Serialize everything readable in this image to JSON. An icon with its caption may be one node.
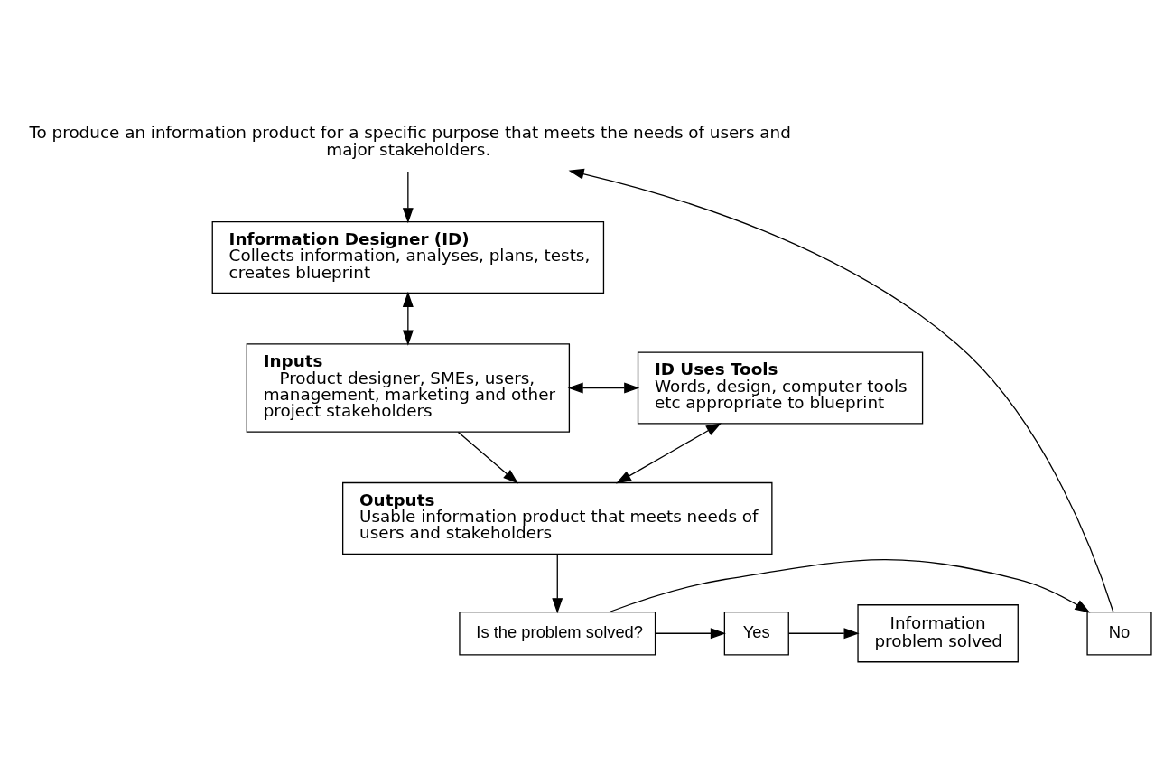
{
  "diagram": {
    "nodes": [
      {
        "text": [
          "To produce an information product for a specific purpose that meets the needs of users and major stakeholders."
        ]
      },
      {
        "text": [
          "Information Designer (ID)",
          "Collects information, analyses, plans, tests, creates blueprint"
        ]
      },
      {
        "text": [
          "Inputs",
          "Product designer, SMEs, users, management, marketing and other project stakeholders"
        ]
      },
      {
        "text": [
          "ID Uses Tools",
          "Words, design, computer tools etc appropriate to blueprint"
        ]
      },
      {
        "text": [
          "Outputs",
          "Usable information product that meets needs of users and stakeholders"
        ]
      },
      {
        "text": [
          "Is the problem solved?"
        ]
      },
      {
        "text": [
          "No"
        ]
      },
      {
        "text": [
          "Yes"
        ]
      },
      {
        "text": [
          "Information problem solved"
        ]
      }
    ],
    "edges": [
      {
        "from": 0,
        "to": 1,
        "arrow": "to"
      },
      {
        "from": 1,
        "to": 2,
        "arrow": "both"
      },
      {
        "from": 2,
        "to": 3,
        "arrow": "both"
      },
      {
        "from": 2,
        "to": 4,
        "arrow": "to"
      },
      {
        "from": 3,
        "to": 4,
        "arrow": "both"
      },
      {
        "from": 4,
        "to": 5,
        "arrow": "to"
      },
      {
        "from": 5,
        "to": 6,
        "arrow": "to"
      },
      {
        "from": 5,
        "to": 7,
        "arrow": "to"
      },
      {
        "from": 7,
        "to": 8,
        "arrow": "to"
      },
      {
        "from": 6,
        "to": 0,
        "arrow": "to"
      }
    ]
  }
}
